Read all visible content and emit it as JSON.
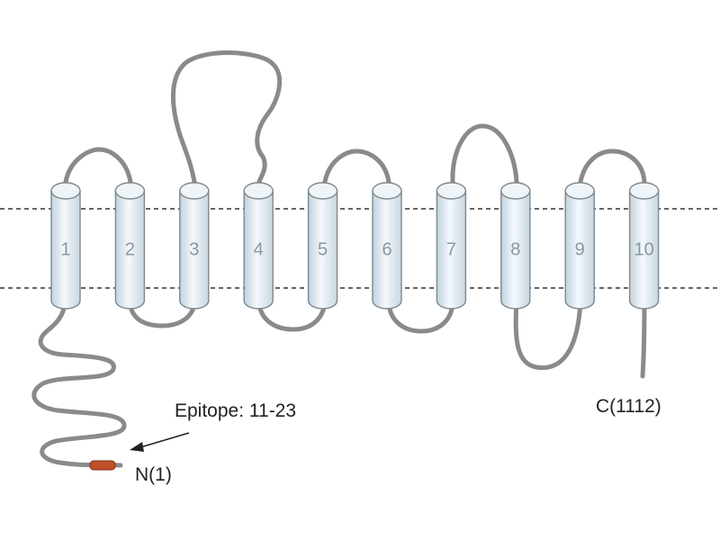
{
  "helices": [
    "1",
    "2",
    "3",
    "4",
    "5",
    "6",
    "7",
    "8",
    "9",
    "10"
  ],
  "annotations": {
    "epitope_label": "Epitope: 11-23",
    "n_terminus": "N(1)",
    "c_terminus": "C(1112)"
  },
  "colors": {
    "chain": "#8a8a8a",
    "helix_fill_light": "#f4f8fb",
    "helix_fill_dark": "#c9d6df",
    "epitope": "#c0502a",
    "membrane": "#333333"
  }
}
